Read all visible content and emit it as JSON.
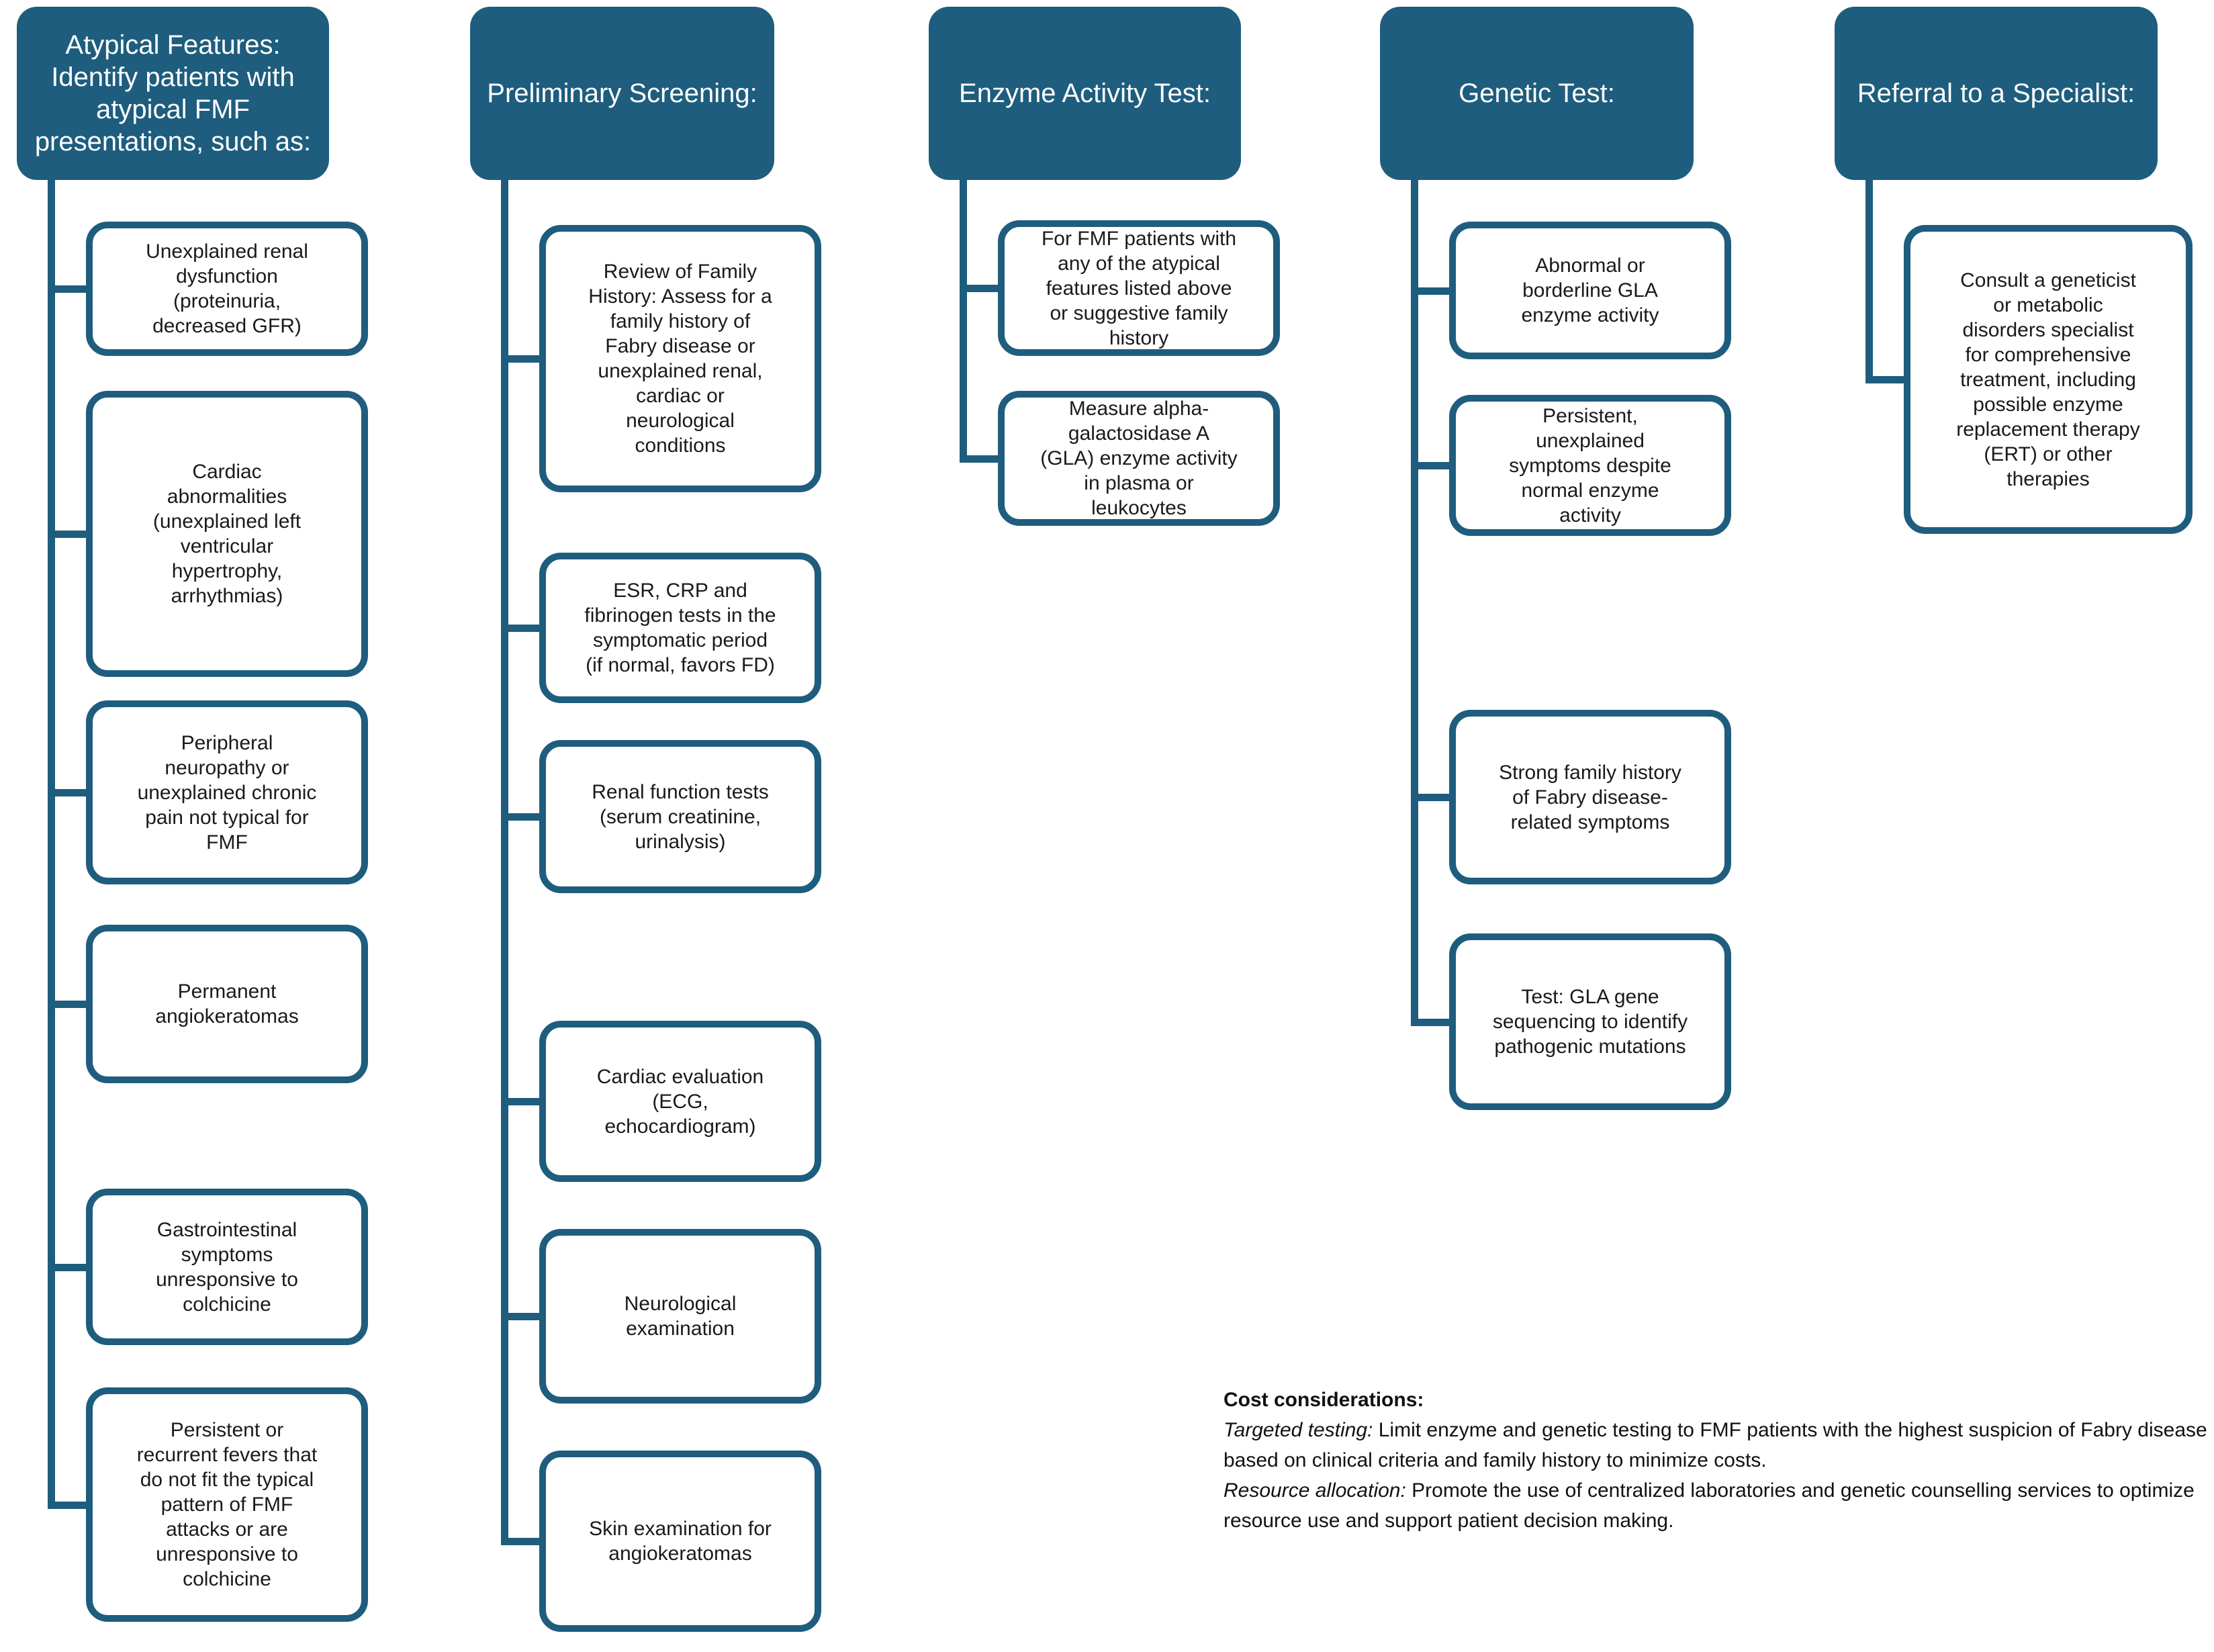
{
  "colors": {
    "node_fill": "#1E5D7D",
    "node_border": "#1E5D7D",
    "connector": "#1E5D7D",
    "header_text": "#FFFFFF",
    "body_text": "#1A1A1A",
    "background": "#FFFFFF"
  },
  "columns": [
    {
      "id": "atypical-features",
      "title": "Atypical Features:\nIdentify patients with\natypical FMF\npresentations, such as:",
      "children": [
        "Unexplained renal\ndysfunction\n(proteinuria,\ndecreased GFR)",
        "Cardiac\nabnormalities\n(unexplained left\nventricular\nhypertrophy,\narrhythmias)",
        "Peripheral\nneuropathy or\nunexplained chronic\npain not typical for\nFMF",
        "Permanent\nangiokeratomas",
        "Gastrointestinal\nsymptoms\nunresponsive to\ncolchicine",
        "Persistent or\nrecurrent fevers that\ndo not fit the typical\npattern of FMF\nattacks or are\nunresponsive to\ncolchicine"
      ]
    },
    {
      "id": "preliminary-screening",
      "title": "Preliminary Screening:",
      "children": [
        "Review of Family\nHistory: Assess for a\nfamily history of\nFabry disease or\nunexplained renal,\ncardiac or\nneurological\nconditions",
        "ESR, CRP and\nfibrinogen tests in the\nsymptomatic period\n(if normal, favors FD)",
        "Renal function tests\n(serum creatinine,\nurinalysis)",
        "Cardiac evaluation\n(ECG,\nechocardiogram)",
        "Neurological\nexamination",
        "Skin examination for\nangiokeratomas"
      ]
    },
    {
      "id": "enzyme-activity-test",
      "title": "Enzyme Activity Test:",
      "children": [
        "For FMF patients with\nany of the atypical\nfeatures listed above\nor suggestive family\nhistory",
        "Measure alpha-\ngalactosidase A\n(GLA) enzyme activity\nin plasma or\nleukocytes"
      ]
    },
    {
      "id": "genetic-test",
      "title": "Genetic Test:",
      "children": [
        "Abnormal or\nborderline GLA\nenzyme activity",
        "Persistent,\nunexplained\nsymptoms despite\nnormal enzyme\nactivity",
        "Strong family history\nof Fabry disease-\nrelated symptoms",
        "Test: GLA gene\nsequencing to identify\npathogenic mutations"
      ]
    },
    {
      "id": "referral-specialist",
      "title": "Referral to a Specialist:",
      "children": [
        "Consult a geneticist\nor metabolic\ndisorders specialist\nfor comprehensive\ntreatment, including\npossible enzyme\nreplacement therapy\n(ERT) or other\ntherapies"
      ]
    }
  ],
  "notes": {
    "title": "Cost considerations:",
    "items": [
      {
        "label": "Targeted testing:",
        "text": "Limit enzyme and genetic testing to FMF patients with the highest suspicion of Fabry disease based on clinical criteria and family history to minimize costs."
      },
      {
        "label": "Resource allocation:",
        "text": "Promote the use of centralized laboratories and genetic counselling services to optimize resource use and support patient decision making."
      }
    ]
  }
}
